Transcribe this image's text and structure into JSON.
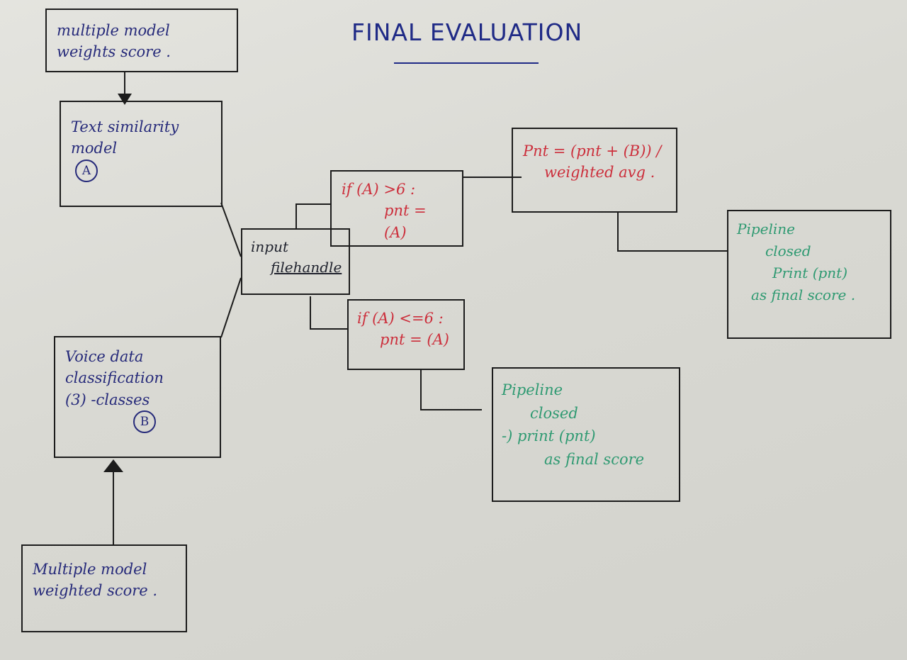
{
  "title": "FINAL EVALUATION",
  "boxes": {
    "top_weights": {
      "lines": [
        "multiple model",
        "weights score ."
      ]
    },
    "text_model": {
      "lines": [
        "Text similarity",
        "model"
      ],
      "badge": "A"
    },
    "voice_model": {
      "lines": [
        "Voice data",
        "classification",
        "(3) -classes"
      ],
      "badge": "B"
    },
    "bottom_weights": {
      "lines": [
        "Multiple model",
        "weighted score ."
      ]
    },
    "input_handle": {
      "lines": [
        "input",
        "filehandle"
      ]
    },
    "cond_gt": {
      "lines": [
        "if (A) >6 :",
        "pnt = (A)"
      ]
    },
    "cond_le": {
      "lines": [
        "if (A) <=6 :",
        "pnt = (A)"
      ]
    },
    "formula": {
      "lines": [
        "Pnt = (pnt + (B)) /",
        "weighted avg ."
      ]
    },
    "pipeline_right": {
      "lines": [
        "Pipeline",
        "closed",
        "Print (pnt)",
        "as final score ."
      ]
    },
    "pipeline_center": {
      "lines": [
        "Pipeline",
        "closed",
        "-) print (pnt)",
        "as final score"
      ]
    }
  },
  "colors": {
    "ink_black": "#20232e",
    "ink_blue": "#262a7a",
    "ink_red": "#cc2f3c",
    "ink_green": "#2f9a72",
    "paper": "#dcdcd6"
  }
}
